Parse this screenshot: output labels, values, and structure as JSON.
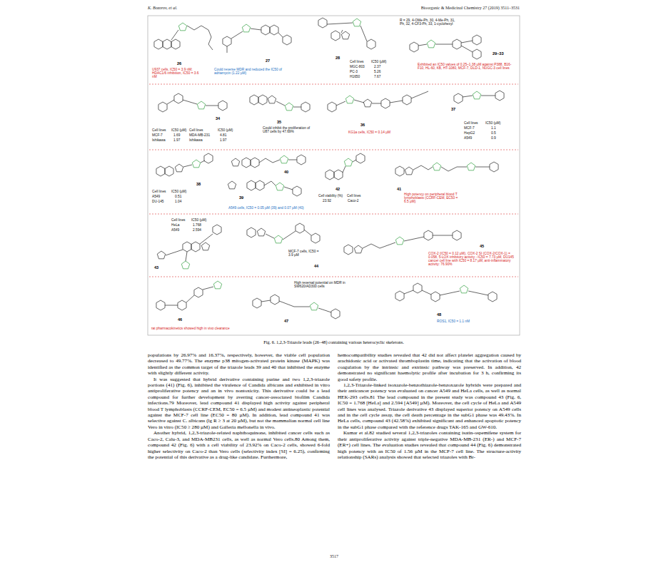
{
  "diagram": {
    "caption": "Fig. 6. 1,2,3-Triazole leads (26–48) containing various heterocyclic skeletons.",
    "labels": [
      "K. Bozorov, et al.",
      "Bioorganic & Medicinal Chemistry 27 (2019) 3511–3531",
      "26",
      "U937 cells, IC50 = 3.9 nM; HDAC1/6 inhibition, IC50 = 3.6 nM",
      "27",
      "Could reverse MDR and reduced the IC50 of adriamycin (1.22 µM)",
      "28",
      "Cell lines",
      "IC50 (µM)",
      "MGC-803",
      "2.37",
      "PC-3",
      "5.26",
      "H1650",
      "7.67",
      "R = 29, 4-OMe-Ph, 30, 4-Me-Ph, 31, Ph, 32, 4-CF3-Ph, 33, 1-cyclohexyl",
      "29–33",
      "Exhibited an IC50 values of 0.25–1.38 µM against P388, B16-F10, HL-60, KB, HT-1080, MCF-7, DLD-1, NUGC-3 cell lines",
      "34",
      "Cell lines",
      "IC50 (µM)",
      "Cell lines",
      "IC50 (µM)",
      "MCF-7",
      "1.69",
      "MDA-MB-231",
      "4.81",
      "Ishikawa",
      "1.97",
      "Ishikawa",
      "1.97",
      "35",
      "Could inhibit the proliferation of U87 cells by 47.69%",
      "36",
      "KG1a cells, IC50 = 0.14 µM",
      "37",
      "Cell lines",
      "IC50 (µM)",
      "MCF-7",
      "1.1",
      "HepG2",
      "0.5",
      "A549",
      "0.9",
      "38",
      "Cell lines",
      "IC50 (µM)",
      "A549",
      "0.51",
      "DU-145",
      "1.04",
      "40",
      "39",
      "A549 cells, IC50 = 0.05 µM (39) and 0.07 µM (40)",
      "42",
      "Cell viability (%)",
      "Cell lines",
      "23.92",
      "Caco-2",
      "41",
      "High potency on peripheral blood T lymphoblasts (CCRF-CEM, EC50 = 6.5 µM)",
      "Cell lines",
      "IC50 (µM)",
      "HeLa",
      "1.768",
      "A549",
      "2.594",
      "43",
      "MCF-7 cells, IC50 = 3.9 µM",
      "44",
      "45",
      "COX-2 (IC50 = 0.12 µM), COX-2 SI (COX-2/COX-1) = 0.058, 5-LOX inhibitory activity - IC50 = 7.73 µM, DU145 cancer cell line with IC50 = 8.17 µM, anti-inflammatory activity: 76.90%",
      "46",
      "rat pharmacokinetics showed high in vivo clearance",
      "High reversal potential on MDR in SW620/AD300 cells",
      "47",
      "48",
      "ROS1, IC50 = 1.1 nM",
      "populations by 26.97% and 16.37%, respectively, however, the viable cell population decreased to 49.77%. The enzyme p38 mitogen-activated protein kinase (MAPK) was identified as the common target of the triazole leads 39 and 40 that inhibited the enzyme with slightly different activity.",
      "It was suggested that hybrid derivative containing purine and two 1,2,3-triazole portions (41) (Fig. 6), inhibited the virulence of Candida albicans and exhibited in vitro antiproliferative potency and an in vivo nontoxicity. This derivative could be a lead compound for further development by averting cancer-associated biofilm Candida infections.79 Moreover, lead compound 41 displayed high activity against peripheral blood T lymphoblasts (CCRF-CEM, EC50 = 6.5 µM) and modest antineoplastic potential against the MCF-7 cell line (EC50 = 80 µM). In addition, lead compound 41 was selective against C. albicans (lg R ≥ 3 at 20 µM), but not the mammalian normal cell line Vero in vitro (IC50 ≥ 280 µM) and Galleria mellonella in vivo.",
      "Another hybrid, 1,2,3-triazole-related naphthoquinone, inhibited cancer cells such as Caco-2, Calu-3, and MDA-MB231 cells, as well as normal Vero cells.80 Among them, compound 42 (Fig. 6) with a cell viability of 23.92% on Caco-2 cells, showed 6-fold higher selectivity on Caco-2 than Vero cells (selectivity index [SI] = 6.25), confirming the potential of this derivative as a drug-like candidate. Furthermore,",
      "hemocompatibility studies revealed that 42 did not affect platelet aggregation caused by arachidonic acid or activated thromboplastin time, indicating that the activation of blood coagulation by the intrinsic and extrinsic pathway was preserved. In addition, 42 demonstrated no significant haemolytic profile after incubation for 3 h, confirming its good safety profile.",
      "1,2,3-Triazole-linked isoxazole-benzothiazole-benzoxazole hybrids were prepared and their anticancer potency was evaluated on cancer A549 and HeLa cells, as well as normal HEK-293 cells.81 The lead compound in the present study was compound 43 (Fig. 6, IC50 = 1.768 [HeLa] and 2.594 [A549] µM). Moreover, the cell cycle of HeLa and A549 cell lines was analysed. Triazole derivative 43 displayed superior potency on A549 cells and in the cell cycle assay, the cell death percentage in the subG1 phase was 49.43%. In HeLa cells, compound 43 (42.58%) exhibited significant and enhanced apoptotic potency in the subG1 phase compared with the reference drugs TAK-165 and GW-610.",
      "Kumar et al.82 studied several 1,2,3-triazoles containing isatin-ospemifene system for their antiproliferative activity against triple-negative MDA-MB-231 (ER-) and MCF-7 (ER+) cell lines. The evaluation studies revealed that compound 44 (Fig. 6) demonstrated high potency with an IC50 of 1.56 µM in the MCF-7 cell line. The structure-activity relationship (SARs) analysis showed that selected triazoles with Br-",
      "3517"
    ]
  }
}
